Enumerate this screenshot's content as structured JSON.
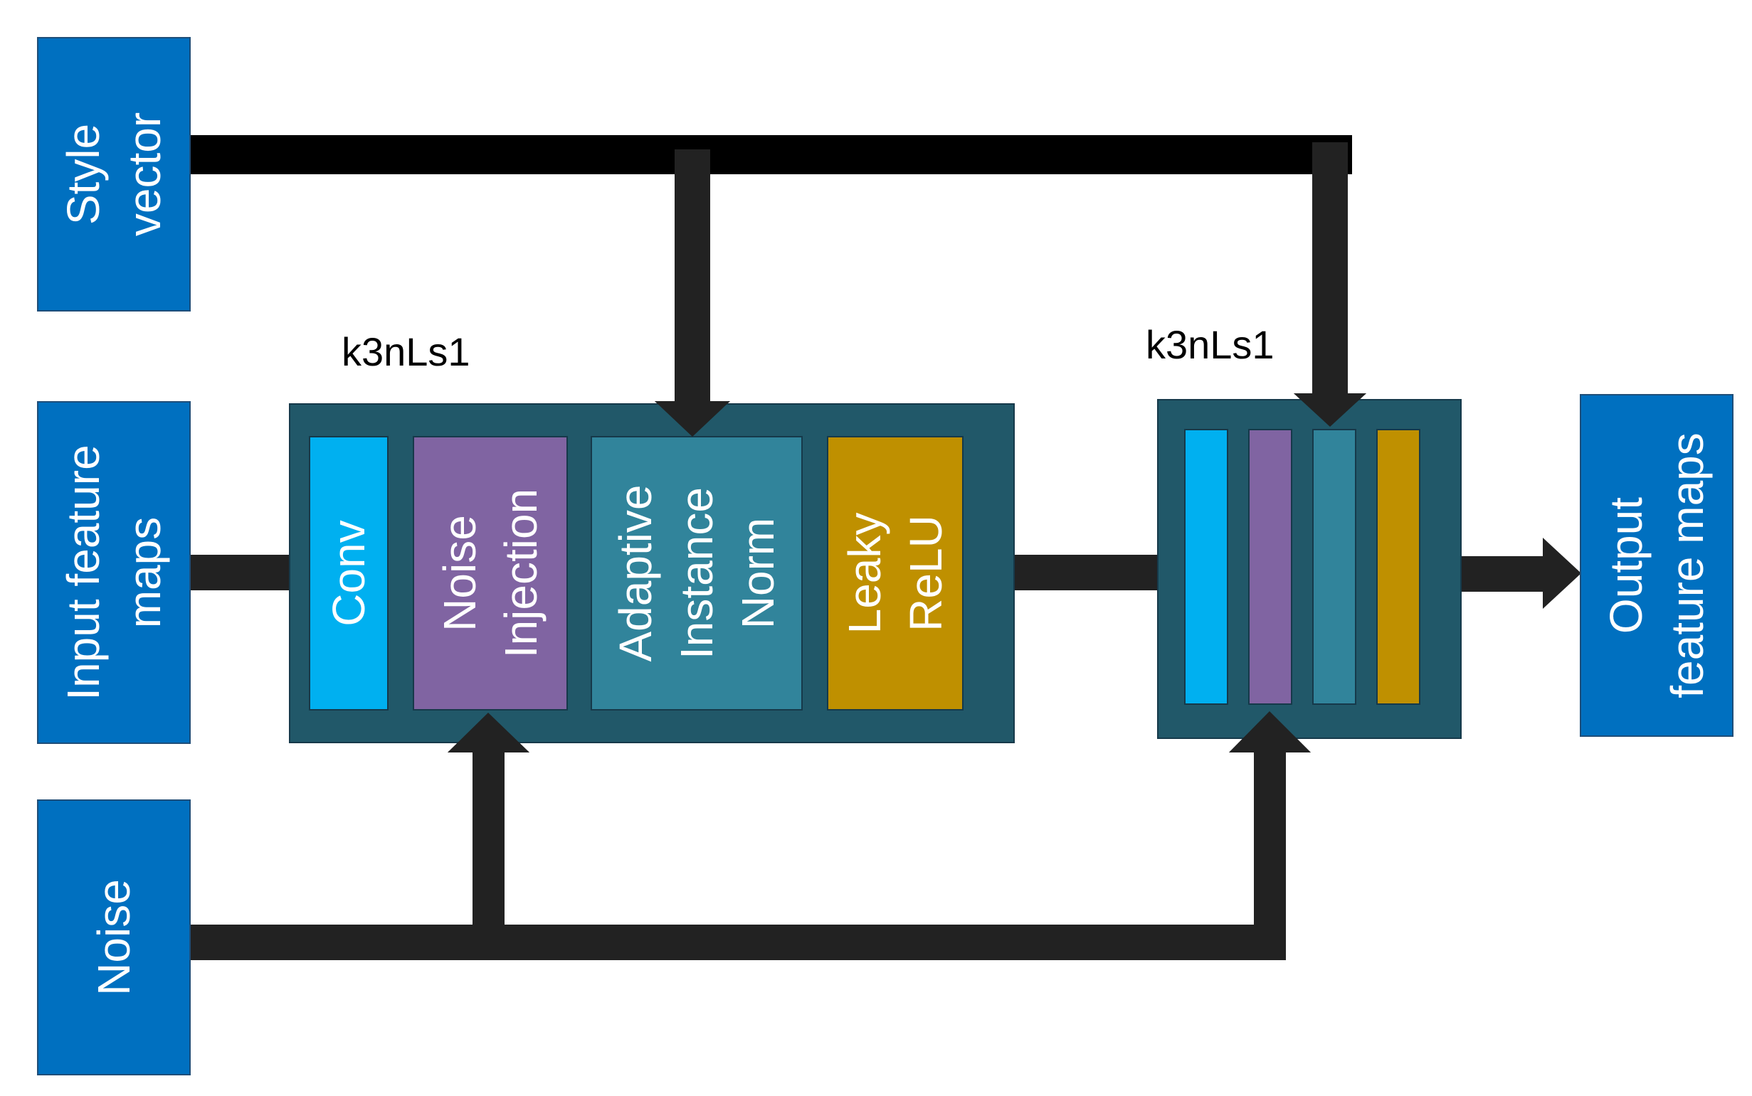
{
  "inputs": {
    "style_vector": [
      "Style",
      "vector"
    ],
    "input_feature_maps": [
      "Input feature",
      "maps"
    ],
    "noise": [
      "Noise"
    ]
  },
  "output": {
    "output_feature_maps": [
      "Output",
      "feature maps"
    ]
  },
  "blocks": [
    {
      "label": "k3nLs1",
      "layers": [
        {
          "name": "conv",
          "lines": [
            "Conv"
          ],
          "color": "#00b0f0"
        },
        {
          "name": "noise-injection",
          "lines": [
            "Noise",
            "Injection"
          ],
          "color": "#8064a2"
        },
        {
          "name": "adaptive-instance-norm",
          "lines": [
            "Adaptive",
            "Instance",
            "Norm"
          ],
          "color": "#31849b"
        },
        {
          "name": "leaky-relu",
          "lines": [
            "Leaky",
            "ReLU"
          ],
          "color": "#bf9000"
        }
      ]
    },
    {
      "label": "k3nLs1",
      "layers": [
        {
          "name": "conv",
          "color": "#00b0f0"
        },
        {
          "name": "noise-injection",
          "color": "#8064a2"
        },
        {
          "name": "adaptive-instance-norm",
          "color": "#31849b"
        },
        {
          "name": "leaky-relu",
          "color": "#bf9000"
        }
      ]
    }
  ],
  "colors": {
    "io_box": "#0070c0",
    "block": "#215869",
    "arrow": "#222222",
    "style_bus": "#000000"
  }
}
